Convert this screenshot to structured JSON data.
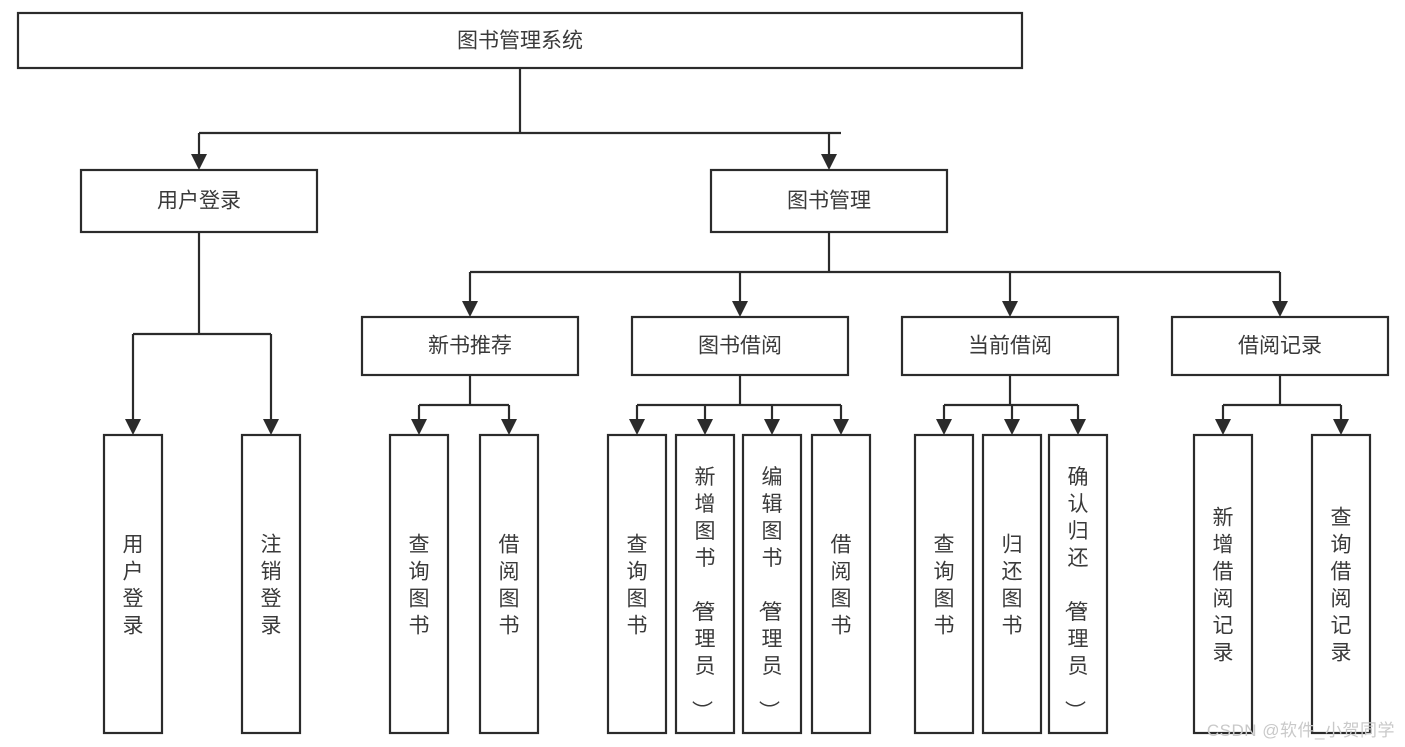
{
  "diagram": {
    "title": "图书管理系统",
    "watermark": "CSDN @软件_小贺同学",
    "colors": {
      "stroke": "#2b2b2b",
      "text": "#3a3a3a",
      "background": "#ffffff",
      "watermark": "#c9c9c9"
    },
    "levels": {
      "root": {
        "label": "图书管理系统"
      },
      "level2": [
        {
          "label": "用户登录"
        },
        {
          "label": "图书管理"
        }
      ],
      "level3": [
        {
          "label": "新书推荐"
        },
        {
          "label": "图书借阅"
        },
        {
          "label": "当前借阅"
        },
        {
          "label": "借阅记录"
        }
      ],
      "leaves": {
        "user_login": [
          {
            "label": "用户登录"
          },
          {
            "label": "注销登录"
          }
        ],
        "new_book_recommend": [
          {
            "label": "查询图书"
          },
          {
            "label": "借阅图书"
          }
        ],
        "book_borrow": [
          {
            "label": "查询图书"
          },
          {
            "label": "新增图书（管理员）"
          },
          {
            "label": "编辑图书（管理员）"
          },
          {
            "label": "借阅图书"
          }
        ],
        "current_borrow": [
          {
            "label": "查询图书"
          },
          {
            "label": "归还图书"
          },
          {
            "label": "确认归还（管理员）"
          }
        ],
        "borrow_record": [
          {
            "label": "新增借阅记录"
          },
          {
            "label": "查询借阅记录"
          }
        ]
      }
    }
  }
}
